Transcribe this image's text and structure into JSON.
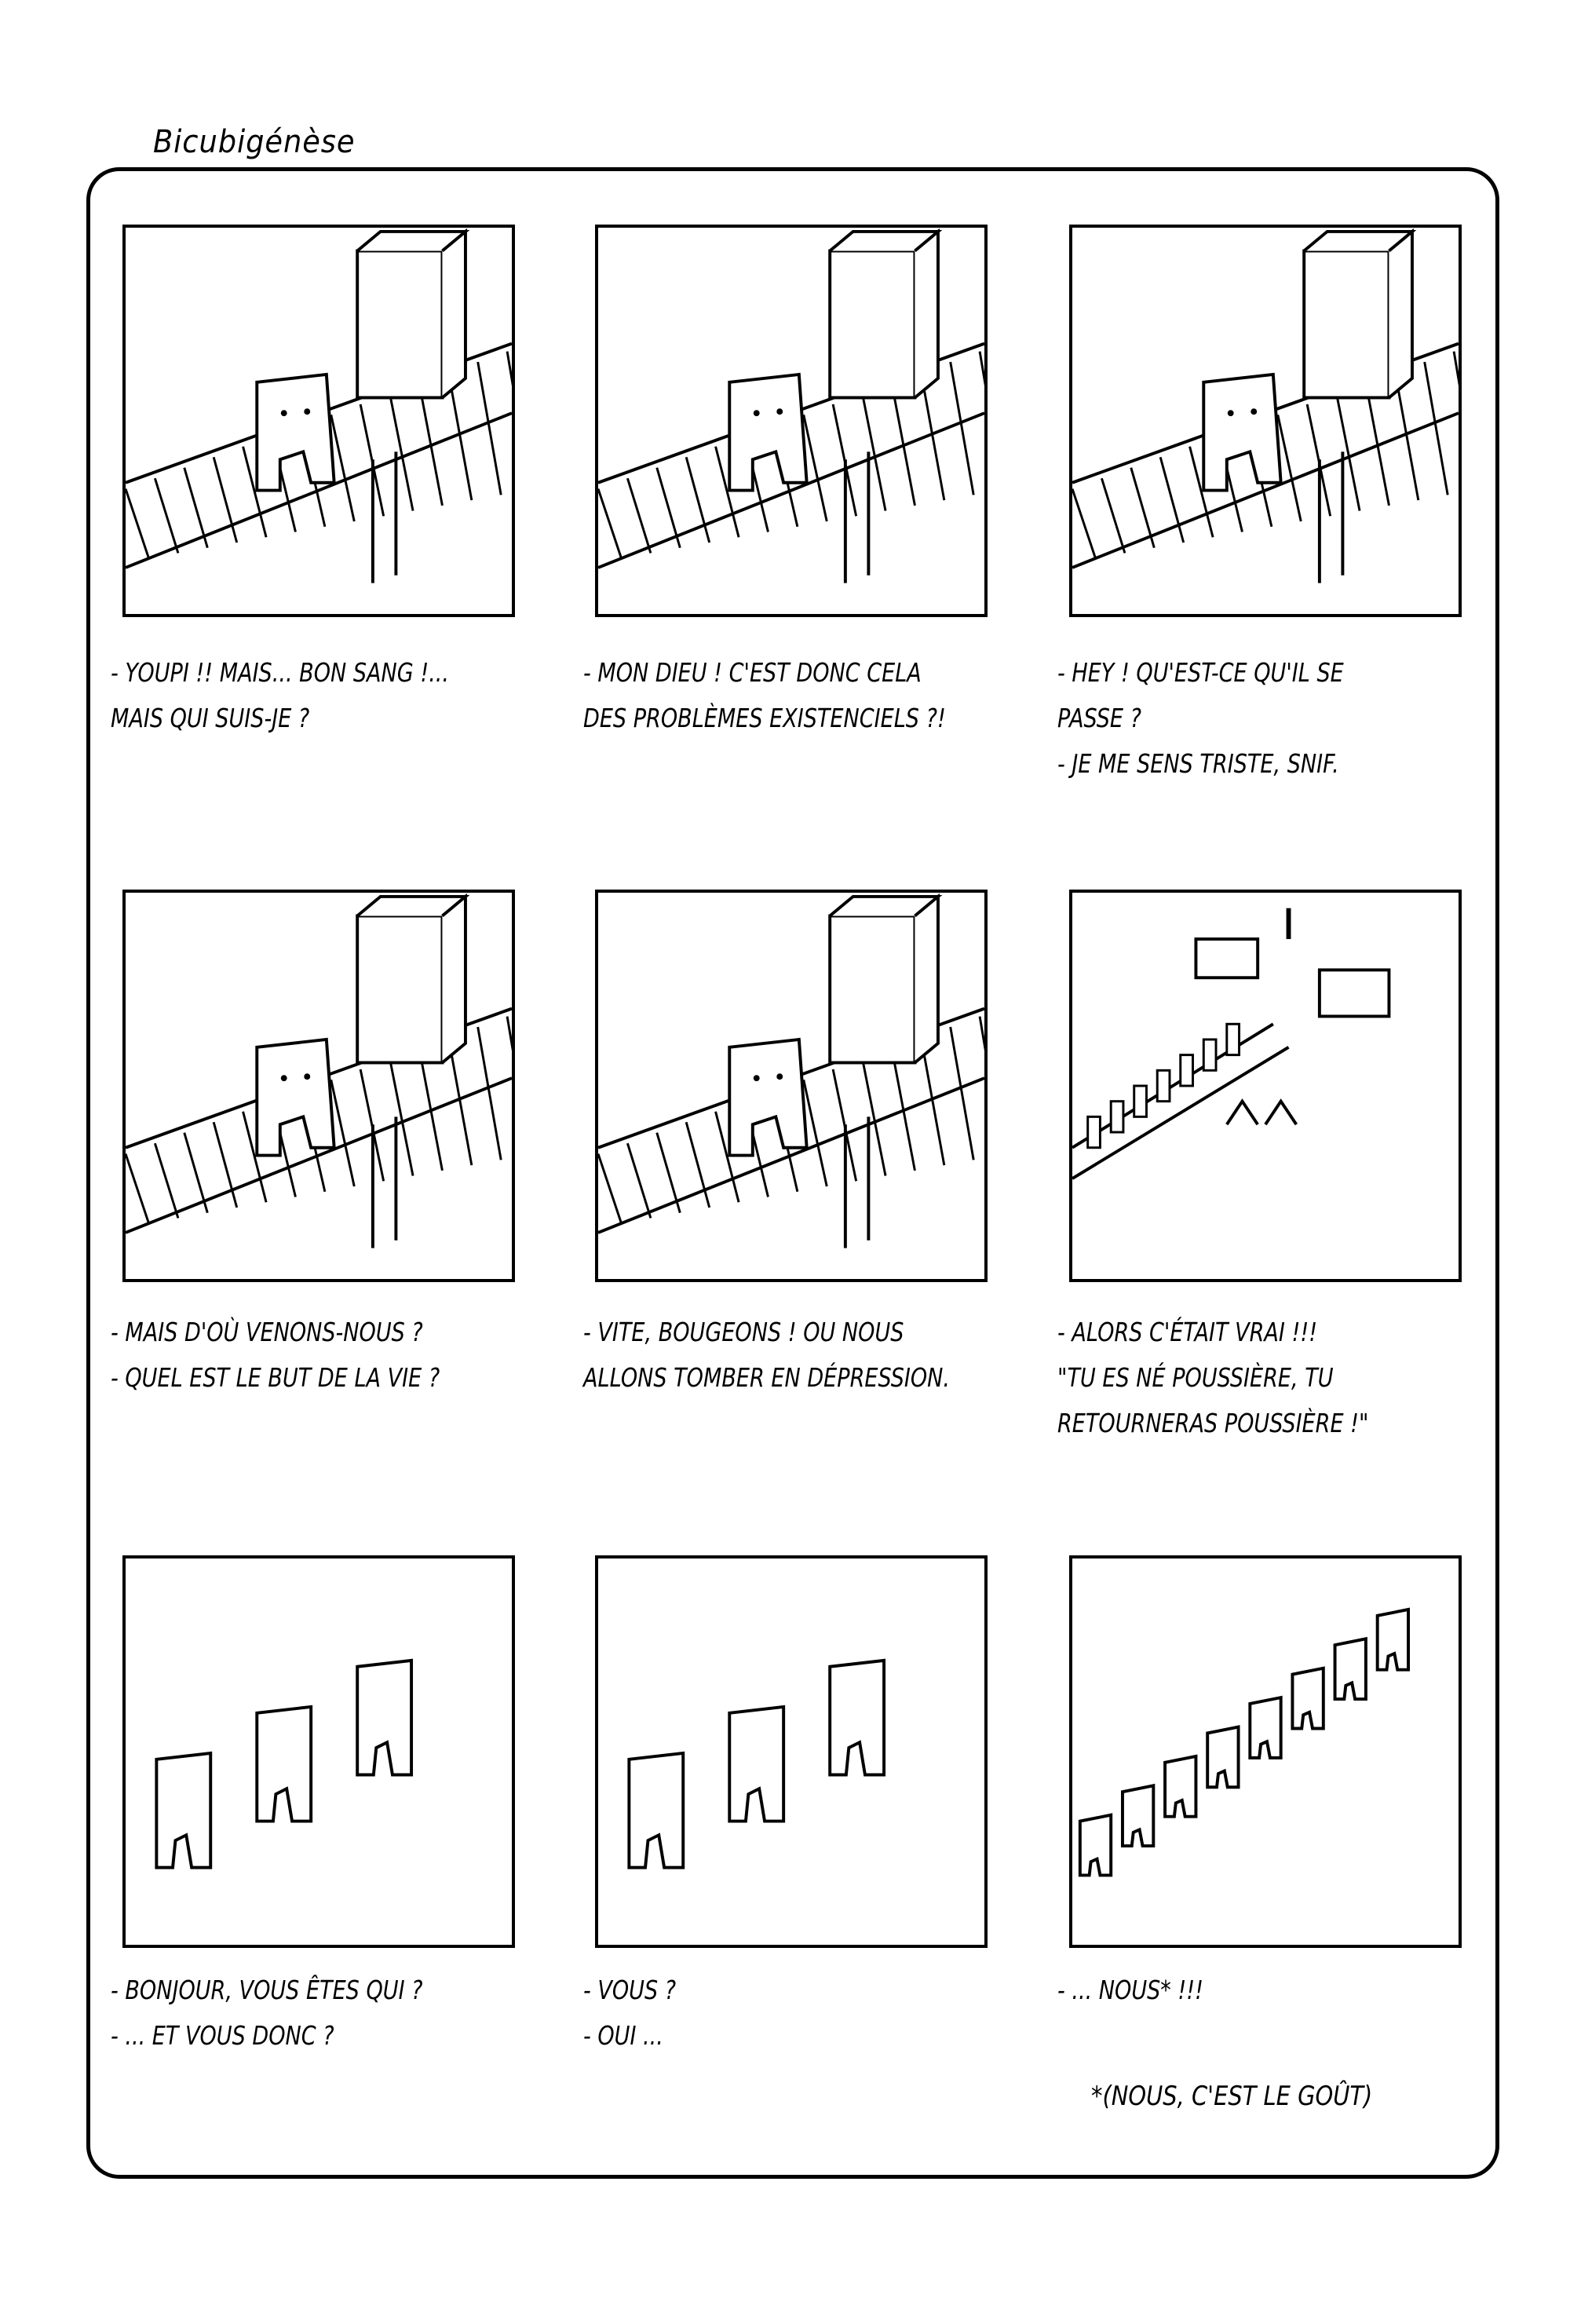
{
  "title": "Bicubigénèse",
  "panels": [
    {
      "caption": [
        "- Youpi !! Mais... Bon sang !...",
        "Mais qui suis-je ?"
      ]
    },
    {
      "caption": [
        "- Mon Dieu ! C'est donc cela",
        "des problèmes existenciels ?!"
      ]
    },
    {
      "caption": [
        "- Hey ! Qu'est-ce qu'il se",
        "passe ?",
        "- Je me sens triste, snif."
      ]
    },
    {
      "caption": [
        "- Mais d'où venons-nous ?",
        "- Quel est le but de la vie ?"
      ]
    },
    {
      "caption": [
        "- Vite, bougeons ! Ou nous",
        "allons tomber en dépression."
      ]
    },
    {
      "caption": [
        "- Alors c'était vrai !!!",
        "\"Tu es né poussière, tu",
        "retourneras poussière !\""
      ]
    },
    {
      "caption": [
        "- Bonjour, vous êtes qui ?",
        "- ... et vous donc ?"
      ]
    },
    {
      "caption": [
        "- Vous ?",
        "- Oui ..."
      ]
    },
    {
      "caption": [
        "- ... Nous* !!!"
      ]
    }
  ],
  "footnote": "*(Nous, c'est le goût)"
}
